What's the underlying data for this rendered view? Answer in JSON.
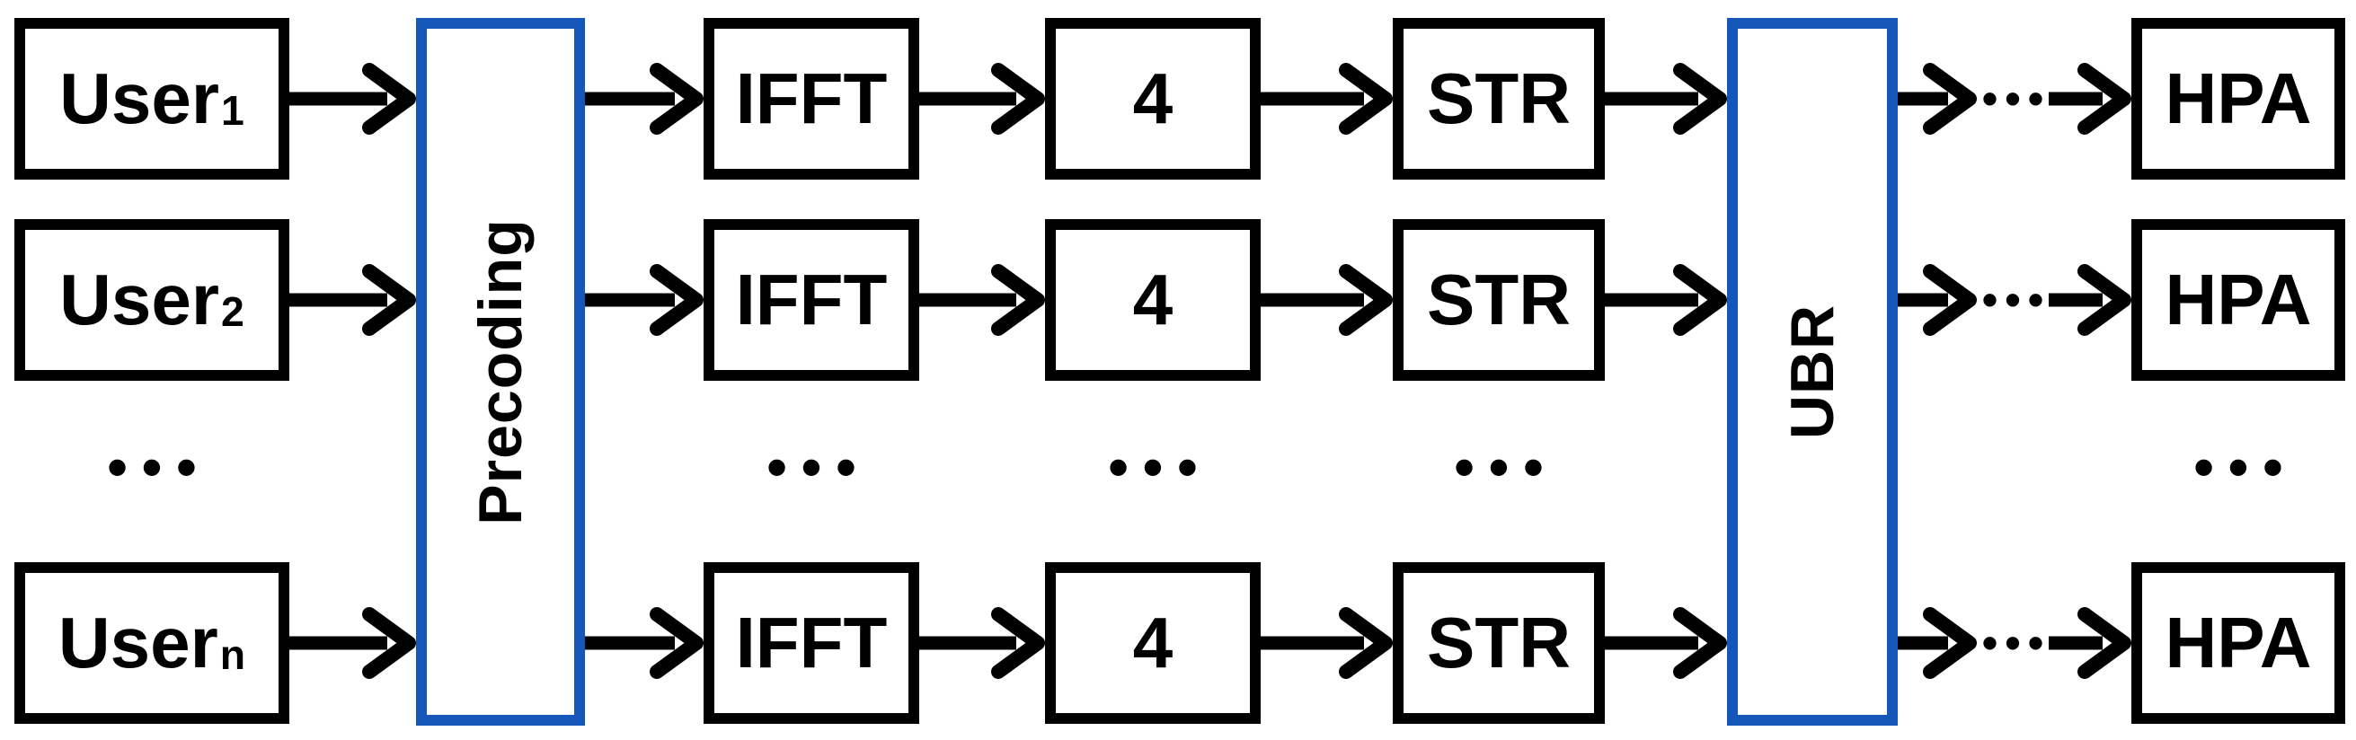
{
  "diagram": {
    "users": [
      {
        "base": "User",
        "sub": "1"
      },
      {
        "base": "User",
        "sub": "2"
      },
      {
        "base": "User",
        "sub": "n"
      }
    ],
    "blocks": {
      "precoding": "Precoding",
      "ifft": "IFFT",
      "upsampling_factor": "4",
      "str": "STR",
      "ubr": "UBR",
      "hpa": "HPA"
    },
    "ellipsis": "•••",
    "connector_dots": "•••",
    "colors": {
      "background": "#FFFFFF",
      "box_border": "#000000",
      "highlight_border": "#1557B8",
      "text": "#000000"
    }
  }
}
